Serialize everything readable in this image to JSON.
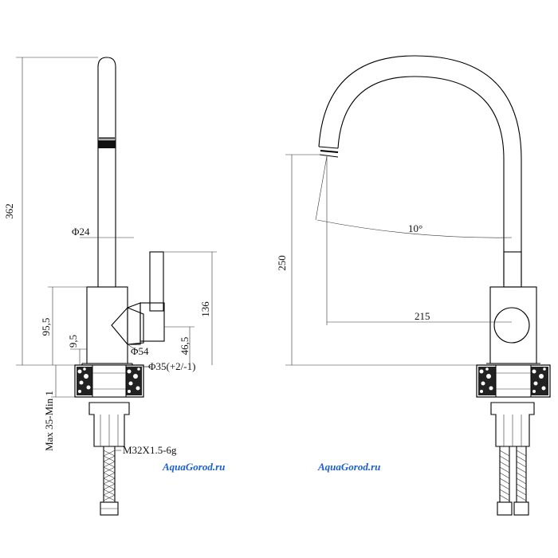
{
  "dimensions": {
    "total_height": "362",
    "spout_diameter": "Φ24",
    "height_95_5": "95,5",
    "height_9_5": "9,5",
    "handle_diameter": "Φ54",
    "handle_height": "46,5",
    "body_height": "136",
    "hole_diameter": "Φ35(+2/-1)",
    "countertop": "Max 35-Min 1",
    "thread": "M32X1.5-6g",
    "spout_height": "250",
    "spout_angle": "10°",
    "spout_reach": "215"
  },
  "watermarks": {
    "left": "AquaGorod.ru",
    "right": "AquaGorod.ru"
  },
  "colors": {
    "line": "#000000",
    "watermark": "#1a5fd0"
  }
}
